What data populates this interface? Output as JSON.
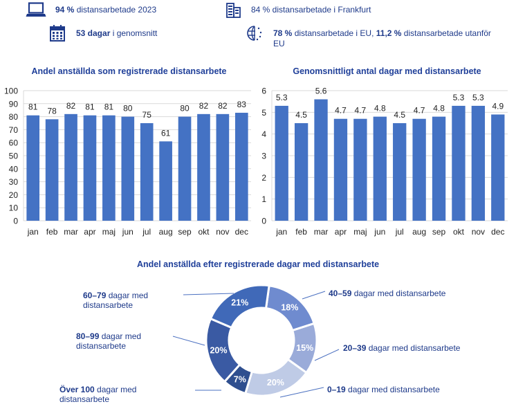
{
  "kpis": [
    {
      "icon": "laptop-icon",
      "bold": "94 %",
      "text": " distansarbetade 2023"
    },
    {
      "icon": "calendar-icon",
      "bold": "53 dagar",
      "text": " i genomsnitt"
    },
    {
      "icon": "office-building-icon",
      "bold": "",
      "text": "84 % distansarbetade i Frankfurt"
    },
    {
      "icon": "globe-icon",
      "bold": "78 %",
      "text": " distansarbetade i EU, ",
      "bold2": "11,2 %",
      "text2": " distansarbetade utanför EU"
    }
  ],
  "colors": {
    "bar": "#4472c4",
    "text": "#1e3a8a",
    "grid": "#d9d9d9",
    "pie": [
      "#6f8bcf",
      "#9aabd9",
      "#bfcbe6",
      "#2f4f8f",
      "#3a5aa3",
      "#4069b8"
    ]
  },
  "chart_data": [
    {
      "type": "bar",
      "title": "Andel anställda som registrerade distansarbete",
      "categories": [
        "jan",
        "feb",
        "mar",
        "apr",
        "maj",
        "jun",
        "jul",
        "aug",
        "sep",
        "okt",
        "nov",
        "dec"
      ],
      "values": [
        81,
        78,
        82,
        81,
        81,
        80,
        75,
        61,
        80,
        82,
        82,
        83
      ],
      "labels": [
        "81",
        "78",
        "82",
        "81",
        "81",
        "80",
        "75",
        "61",
        "80",
        "82",
        "82",
        "83"
      ],
      "yticks": [
        "0",
        "10",
        "20",
        "30",
        "40",
        "50",
        "60",
        "70",
        "80",
        "90",
        "100"
      ],
      "ylim": [
        0,
        100
      ],
      "xlabel": "",
      "ylabel": "",
      "grid": true
    },
    {
      "type": "bar",
      "title": "Genomsnittligt antal dagar med distansarbete",
      "categories": [
        "jan",
        "feb",
        "mar",
        "apr",
        "maj",
        "jun",
        "jul",
        "aug",
        "sep",
        "okt",
        "nov",
        "dec"
      ],
      "values": [
        5.3,
        4.5,
        5.6,
        4.7,
        4.7,
        4.8,
        4.5,
        4.7,
        4.8,
        5.3,
        5.3,
        4.9
      ],
      "labels": [
        "5.3",
        "4.5",
        "5.6",
        "4.7",
        "4.7",
        "4.8",
        "4.5",
        "4.7",
        "4.8",
        "5.3",
        "5.3",
        "4.9"
      ],
      "yticks": [
        "0",
        "1",
        "2",
        "3",
        "4",
        "5",
        "6"
      ],
      "ylim": [
        0,
        6
      ],
      "xlabel": "",
      "ylabel": "",
      "grid": true
    },
    {
      "type": "pie",
      "title": "Andel anställda efter registrerade dagar med distansarbete",
      "donut": true,
      "slices": [
        {
          "bold": "40–59",
          "rest": " dagar med distansarbete",
          "value": 18,
          "label": "18%"
        },
        {
          "bold": "20–39",
          "rest": " dagar med distansarbete",
          "value": 15,
          "label": "15%"
        },
        {
          "bold": "0–19",
          "rest": " dagar med distansarbete",
          "value": 20,
          "label": "20%"
        },
        {
          "bold": "Över 100",
          "rest": " dagar med distansarbete",
          "value": 7,
          "label": "7%"
        },
        {
          "bold": "80–99",
          "rest": " dagar med distansarbete",
          "value": 20,
          "label": "20%"
        },
        {
          "bold": "60–79",
          "rest": " dagar med distansarbete",
          "value": 21,
          "label": "21%"
        }
      ]
    }
  ]
}
